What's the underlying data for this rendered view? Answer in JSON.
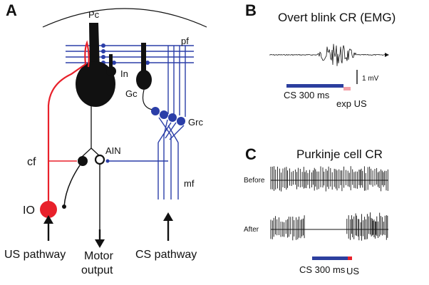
{
  "panels": {
    "A": {
      "letter": "A"
    },
    "B": {
      "letter": "B",
      "title": "Overt blink CR (EMG)"
    },
    "C": {
      "letter": "C",
      "title": "Purkinje cell CR"
    }
  },
  "circuit_labels": {
    "pc": "Pc",
    "pf": "pf",
    "in": "In",
    "gc": "Gc",
    "grc": "Grc",
    "ain": "AIN",
    "cf": "cf",
    "mf": "mf",
    "io": "IO",
    "us_pathway": "US pathway",
    "motor_output_line1": "Motor",
    "motor_output_line2": "output",
    "cs_pathway": "CS pathway"
  },
  "emg": {
    "scale_label": "1 mV",
    "cs_label": "CS 300 ms",
    "us_label": "exp US"
  },
  "purkinje": {
    "before_label": "Before",
    "after_label": "After",
    "cs_label": "CS 300 ms",
    "us_label": "US"
  },
  "colors": {
    "black": "#111111",
    "red": "#e8212b",
    "blue": "#2b3ea8",
    "pink": "#f2a0a8",
    "cs_bar": "#2c3f9e"
  }
}
